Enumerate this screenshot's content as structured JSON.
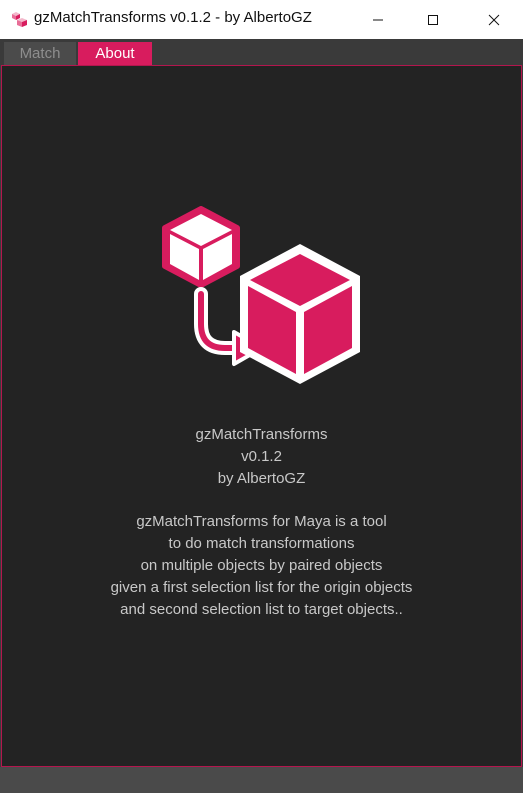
{
  "window": {
    "title": "gzMatchTransforms v0.1.2 - by AlbertoGZ",
    "accent_color": "#d81c5e",
    "controls": [
      "minimize-icon",
      "maximize-icon",
      "close-icon"
    ]
  },
  "tabs": [
    {
      "label": "Match",
      "active": false
    },
    {
      "label": "About",
      "active": true
    }
  ],
  "about": {
    "info_lines": [
      "gzMatchTransforms",
      "v0.1.2",
      "by AlbertoGZ"
    ],
    "description_lines": [
      "gzMatchTransforms for Maya is a tool",
      "to do match transformations",
      "on multiple objects by paired objects",
      "given a first selection list for the origin objects",
      "and second selection list to target objects.."
    ],
    "logo_icon": "cube-match-logo-icon"
  }
}
